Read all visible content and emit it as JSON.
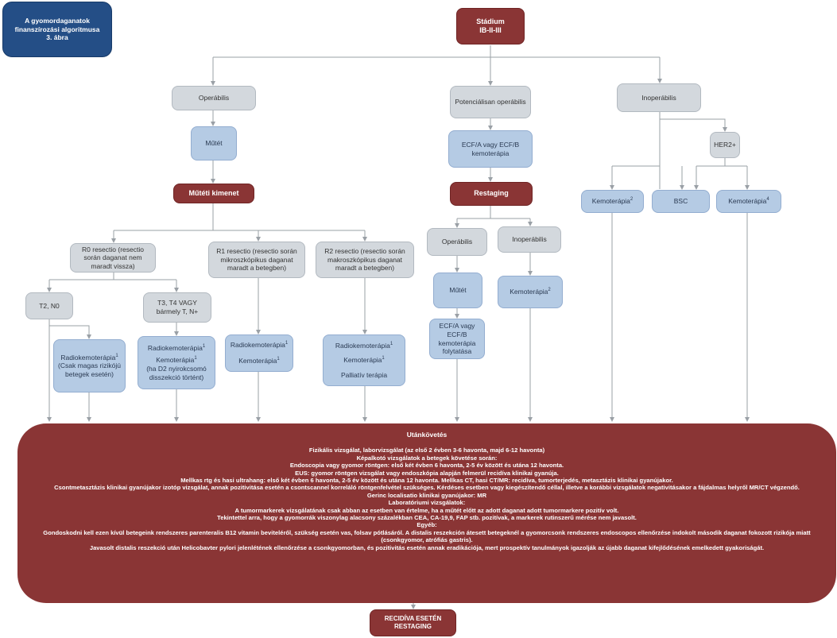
{
  "corner_label": "A gyomordaganatok finanszírozási algoritmusa\n3. ábra",
  "nodes": {
    "stadium": "Stádium\nIB-II-III",
    "operabilis": "Operábilis",
    "potencialisan": "Potenciálisan operábilis",
    "inoperabilis": "Inoperábilis",
    "mutet": "Műtét",
    "ecf": "ECF/A vagy ECF/B kemoterápia",
    "her2": "HER2+",
    "muteti_kimenet": "Műtéti kimenet",
    "restaging": "Restaging",
    "kemo_inop_a": "Kemoterápia",
    "kemo_inop_a_sup": "2",
    "bsc": "BSC",
    "kemo_her2": "Kemoterápia",
    "kemo_her2_sup": "4",
    "r0": "R0 resectio (resectio során daganat nem maradt vissza)",
    "r1": "R1 resectio (resectio során mikroszkópikus daganat maradt a betegben)",
    "r2": "R2 resectio (resectio során makroszkópikus daganat maradt a betegben)",
    "rest_operabilis": "Operábilis",
    "rest_inoperabilis": "Inoperábilis",
    "t2n0": "T2, N0",
    "t3t4": "T3, T4 VAGY bármely T, N+",
    "rest_mutet": "Műtét",
    "rest_kemo": "Kemoterápia",
    "rest_kemo_sup": "2",
    "radio_t2": "Radiokemoterápia",
    "radio_t2_sup": "1",
    "radio_t2_note": "(Csak magas rizikójú betegek esetén)",
    "radio_t3": "Radiokemoterápia",
    "radio_t3_sup": "1",
    "kemo_t3": "Kemoterápia",
    "kemo_t3_sup": "1",
    "kemo_t3_note": "(ha D2 nyirokcsomó disszekció történt)",
    "radio_r1": "Radiokemoterápia",
    "radio_r1_sup": "1",
    "kemo_r1": "Kemoterápia",
    "kemo_r1_sup": "1",
    "radio_r2": "Radiokemoterápia",
    "radio_r2_sup": "1",
    "kemo_r2": "Kemoterápia",
    "kemo_r2_sup": "1",
    "palliativ": "Palliatív terápia",
    "ecf_folytatasa": "ECF/A vagy ECF/B kemoterápia folytatása",
    "recidiva": "RECIDÍVA ESETÉN\nRESTAGING"
  },
  "followup": {
    "title": "Utánkövetés",
    "lines": [
      "Fizikális vizsgálat, laborvizsgálat (az első 2 évben 3-6 havonta, majd 6-12 havonta)",
      "Képalkotó vizsgálatok a betegek követése során:",
      "Endoscopia vagy gyomor röntgen: első két évben 6 havonta, 2-5 év között és utána 12 havonta.",
      "EUS: gyomor röntgen vizsgálat vagy endoszkópia alapján felmerül recidíva klinikai gyanúja.",
      "Mellkas rtg és hasi ultrahang: első két évben 6 havonta, 2-5 év között és utána 12 havonta. Mellkas CT, hasi CT/MR: recidíva, tumorterjedés, metasztázis klinikai gyanújakor.",
      "Csontmetasztázis klinikai gyanújakor izotóp vizsgálat, annak pozitivitása esetén a csontscannel korreláló röntgenfelvétel szükséges. Kérdéses esetben vagy kiegészítendő céllal, illetve a korábbi vizsgálatok negativitásakor a fájdalmas helyről MR/CT végzendő.",
      "Gerinc localisatio klinikai gyanújakor: MR",
      "Laboratóriumi vizsgálatok:",
      "A tumormarkerek vizsgálatának csak abban az esetben van értelme, ha a műtét előtt az adott daganat adott tumormarkere pozitív volt.",
      "Tekintettel arra, hogy a gyomorrák viszonylag alacsony százalékban CEA, CA-19,9, FAP stb. pozitívak, a markerek rutinszerű mérése nem javasolt.",
      "Egyéb:",
      "Gondoskodni kell ezen kívül betegeink rendszeres parenteralis B12 vitamin beviteléről, szükség esetén vas, folsav pótlásáról. A distalis reszekción átesett betegeknél a gyomorcsonk rendszeres endoscopos ellenőrzése indokolt második daganat fokozott rizikója miatt (csonkgyomor, atrófiás gastris).",
      "Javasolt distalis reszekció után Helicobavter pylori jelenlétének ellenőrzése a csonkgyomorban, és pozitivitás esetén annak eradikációja, mert prospektív tanulmányok igazolják az újabb daganat kifejlődésének emelkedett gyakoriságát."
    ]
  },
  "colors": {
    "red": "#8a3535",
    "gray": "#d3d8dd",
    "blue": "#b5cbe4",
    "navy": "#244e86",
    "line": "#9aa0a6"
  }
}
